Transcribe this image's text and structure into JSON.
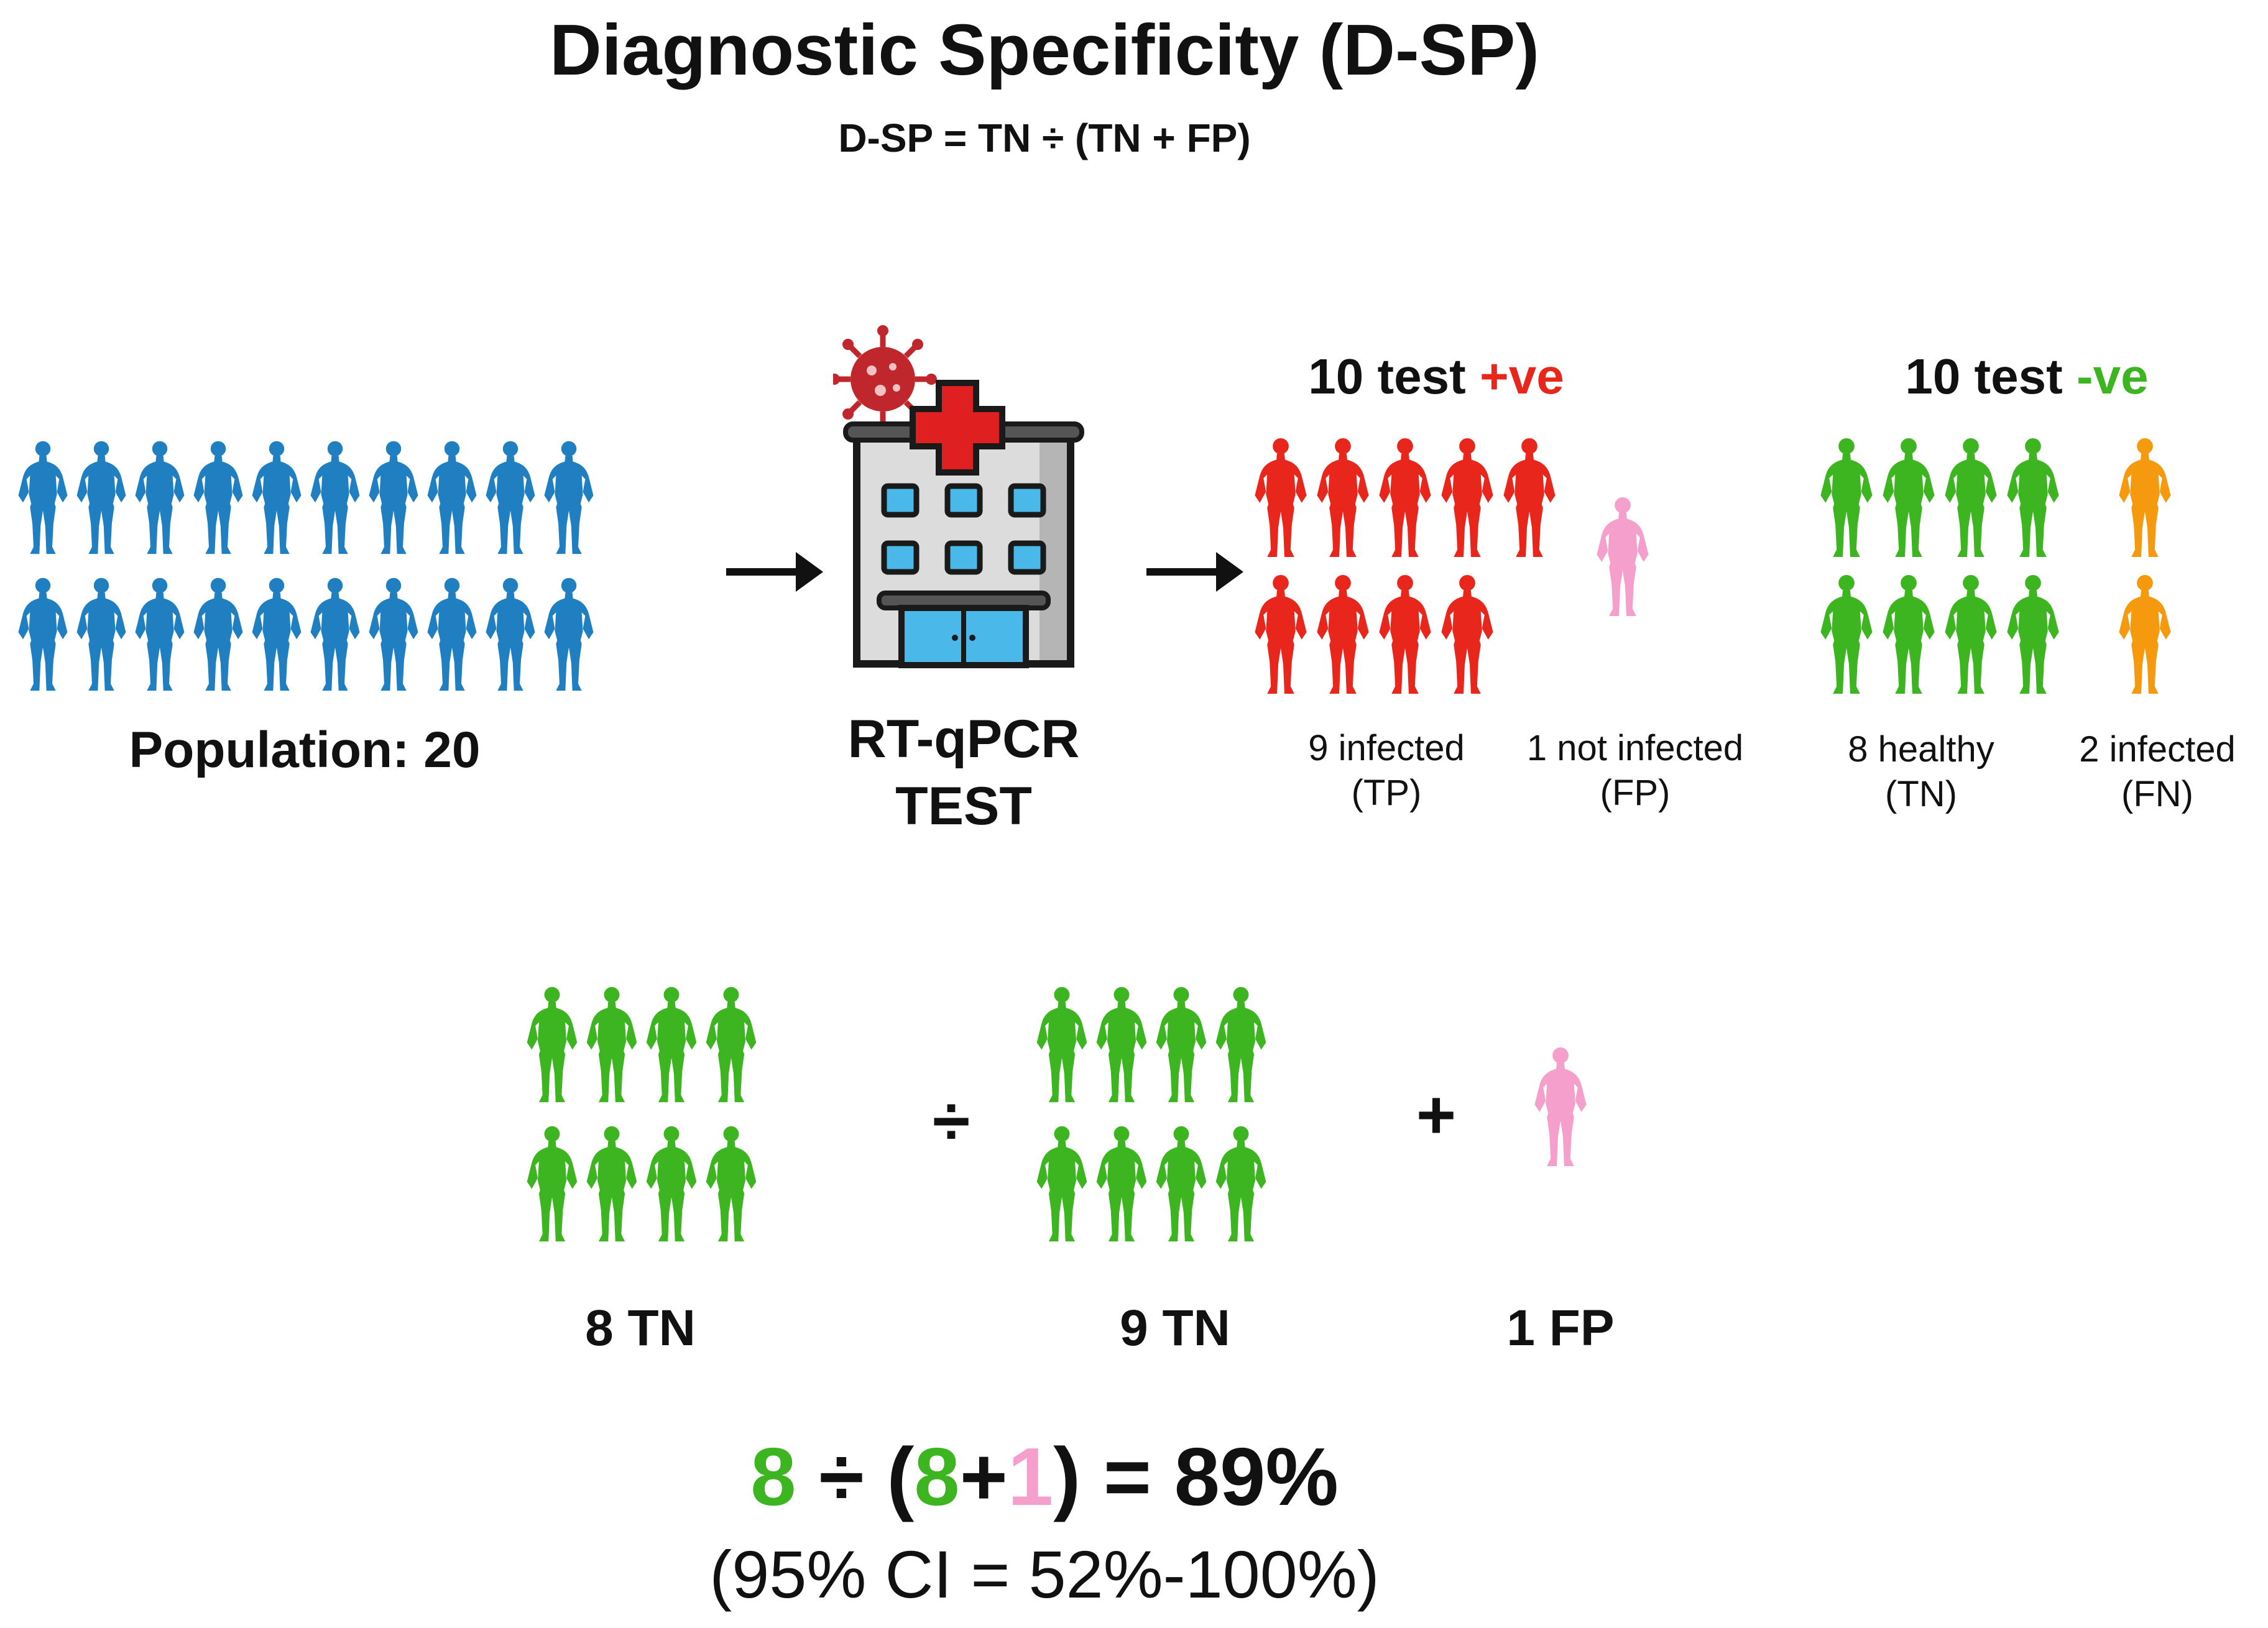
{
  "title": "Diagnostic Specificity (D-SP)",
  "formula": "D-SP = TN ÷ (TN + FP)",
  "colors": {
    "population": "#1f7fc1",
    "true_positive": "#e8261c",
    "false_positive": "#f59fcc",
    "true_negative": "#3cb521",
    "false_negative": "#f59a0f",
    "text": "#111111"
  },
  "population": {
    "label": "Population: 20",
    "count": 20
  },
  "test": {
    "line1": "RT-qPCR",
    "line2": "TEST"
  },
  "positive_group": {
    "heading_prefix": "10 test ",
    "heading_suffix": "+ve"
  },
  "negative_group": {
    "heading_prefix": "10 test ",
    "heading_suffix": "-ve"
  },
  "groups": {
    "tp": {
      "count": 9,
      "line1": "9 infected",
      "line2": "(TP)"
    },
    "fp": {
      "count": 1,
      "line1": "1 not infected",
      "line2": "(FP)"
    },
    "tn": {
      "count": 8,
      "line1": "8 healthy",
      "line2": "(TN)"
    },
    "fn": {
      "count": 2,
      "line1": "2 infected",
      "line2": "(FN)"
    }
  },
  "equation": {
    "numerator_label": "8 TN",
    "divide": "÷",
    "denominator_label": "9 TN",
    "plus": "+",
    "fp_label": "1 FP"
  },
  "result": {
    "a": "8",
    "b": " ÷ (",
    "c": "8",
    "d": "+",
    "e": "1",
    "f": ") = 89%",
    "ci": "(95% CI = 52%-100%)"
  }
}
